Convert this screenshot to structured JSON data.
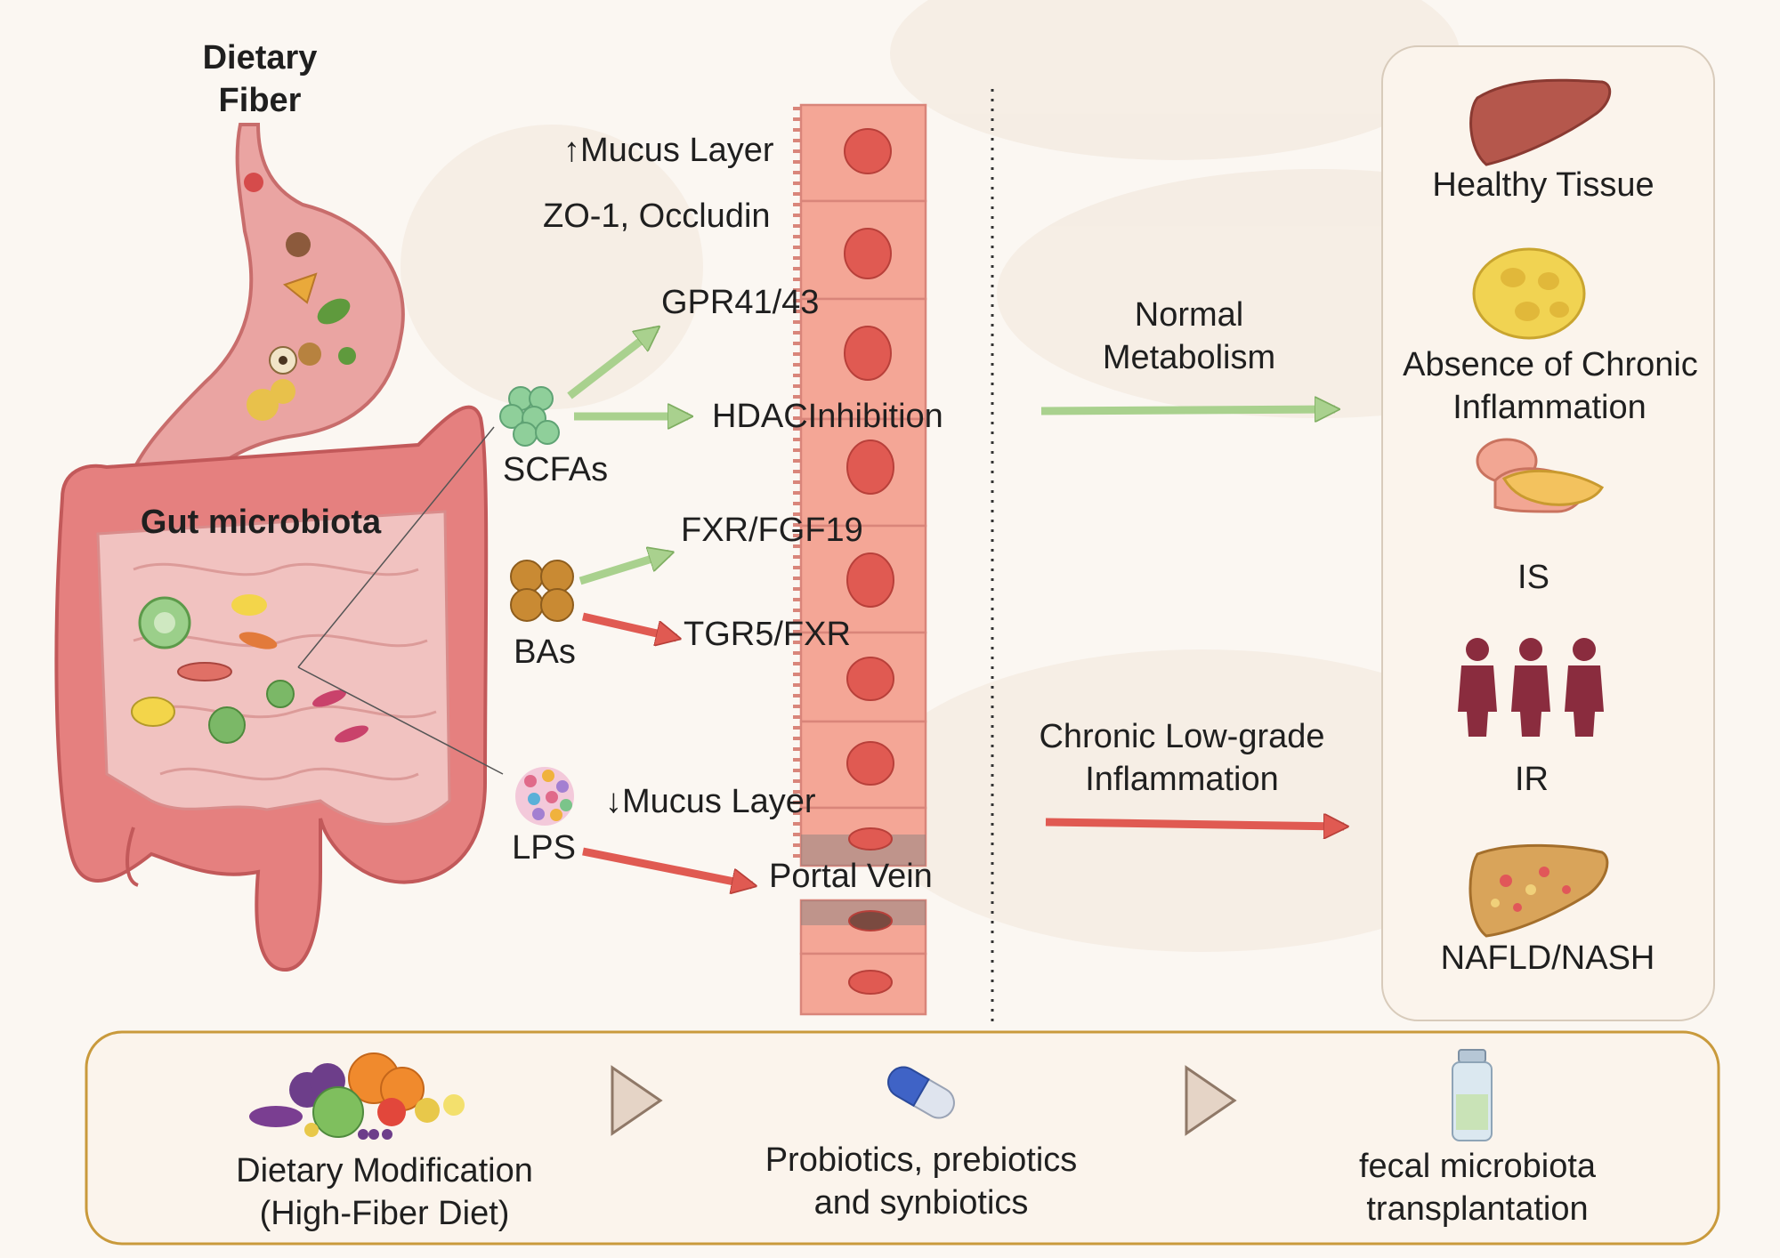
{
  "left": {
    "title_line1": "Dietary",
    "title_line2": "Fiber",
    "microbiota_label": "Gut microbiota"
  },
  "metabolites": {
    "mucus_up": "↑Mucus Layer",
    "tight_junction": "ZO-1, Occludin",
    "gpr": "GPR41/43",
    "hdac": "HDACInhibition",
    "scfas": "SCFAs",
    "fxr": "FXR/FGF19",
    "tgr5": "TGR5/FXR",
    "bas": "BAs",
    "mucus_down": "↓Mucus Layer",
    "lps": "LPS",
    "portal_vein": "Portal Vein"
  },
  "middle": {
    "normal_line1": "Normal",
    "normal_line2": "Metabolism",
    "inflam_line1": "Chronic Low-grade",
    "inflam_line2": "Inflammation"
  },
  "outcomes": {
    "healthy": "Healthy Tissue",
    "absence_line1": "Absence of Chronic",
    "absence_line2": "Inflammation",
    "is": "IS",
    "ir": "IR",
    "nafld": "NAFLD/NASH"
  },
  "interventions": {
    "diet_line1": "Dietary Modification",
    "diet_line2": "(High-Fiber Diet)",
    "pro_line1": "Probiotics, prebiotics",
    "pro_line2": "and synbiotics",
    "fmt_line1": "fecal microbiota",
    "fmt_line2": "transplantation"
  },
  "colors": {
    "green_arrow": "#a9d18e",
    "red_arrow": "#e05a52",
    "cell": "#f4a696",
    "nucleus": "#e05a52",
    "gut": "#e5807f",
    "panel_border": "#c99a3c"
  }
}
